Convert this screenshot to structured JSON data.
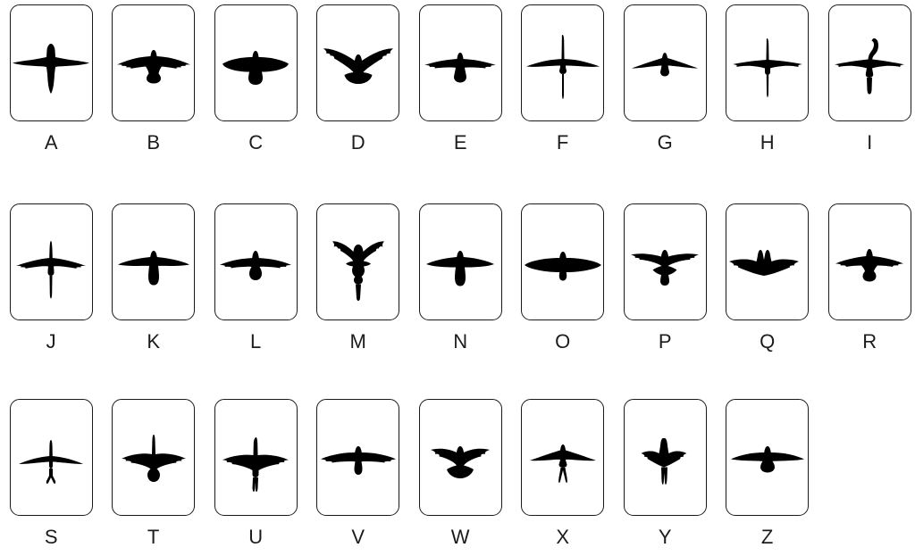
{
  "page": {
    "title": "Bird Silhouette Identification Cards",
    "background_color": "#ffffff",
    "card_border_color": "#1a1a1a",
    "silhouette_color": "#000000",
    "label_color": "#1c1c1c",
    "card_count": 26,
    "row_count": 3
  },
  "rows": [
    {
      "index": 1,
      "count": 9,
      "labels": [
        "A",
        "B",
        "C",
        "D",
        "E",
        "F",
        "G",
        "H",
        "I"
      ]
    },
    {
      "index": 2,
      "count": 9,
      "labels": [
        "J",
        "K",
        "L",
        "M",
        "N",
        "O",
        "P",
        "Q",
        "R"
      ]
    },
    {
      "index": 3,
      "count": 8,
      "labels": [
        "S",
        "T",
        "U",
        "V",
        "W",
        "X",
        "Y",
        "Z"
      ]
    }
  ],
  "cards": [
    {
      "label": "A",
      "icon": "bird-silhouette-swift-icon",
      "description": "swift with narrow swept pointed wings and pointed tail"
    },
    {
      "label": "B",
      "icon": "bird-silhouette-eagle-icon",
      "description": "broad fingered wings with short fanned tail"
    },
    {
      "label": "C",
      "icon": "bird-silhouette-buzzard-icon",
      "description": "short broad rounded wings with rounded tail"
    },
    {
      "label": "D",
      "icon": "bird-silhouette-dove-icon",
      "description": "raised arched wings with broad fanned tail"
    },
    {
      "label": "E",
      "icon": "bird-silhouette-hawk-icon",
      "description": "slender straight wings with short wedge tail"
    },
    {
      "label": "F",
      "icon": "bird-silhouette-crane-icon",
      "description": "long straight wings with extended neck and trailing legs"
    },
    {
      "label": "G",
      "icon": "bird-silhouette-gull-icon",
      "description": "thin angled gull wings with short tail"
    },
    {
      "label": "H",
      "icon": "bird-silhouette-heron-icon",
      "description": "bowed wings with long neck and trailing legs"
    },
    {
      "label": "I",
      "icon": "bird-silhouette-cormorant-icon",
      "description": "bowed wings with hooked neck and short tail"
    },
    {
      "label": "J",
      "icon": "bird-silhouette-anhinga-icon",
      "description": "fingered wings with long thin neck and long tail"
    },
    {
      "label": "K",
      "icon": "bird-silhouette-falcon-icon",
      "description": "smooth tapered wings with long square tail"
    },
    {
      "label": "L",
      "icon": "bird-silhouette-kite-icon",
      "description": "flat fingered wings with small diamond tail"
    },
    {
      "label": "M",
      "icon": "bird-silhouette-parrot-icon",
      "description": "upswept ragged wings with long streaming tail"
    },
    {
      "label": "N",
      "icon": "bird-silhouette-sparrowhawk-icon",
      "description": "rounded wings with narrow square tail"
    },
    {
      "label": "O",
      "icon": "bird-silhouette-vulture-icon",
      "description": "very broad long wings with tiny tail"
    },
    {
      "label": "P",
      "icon": "bird-silhouette-pigeon-icon",
      "description": "raised fingered wings with fanned tail"
    },
    {
      "label": "Q",
      "icon": "bird-silhouette-owl-icon",
      "description": "drooping ragged wings with notched head"
    },
    {
      "label": "R",
      "icon": "bird-silhouette-harrier-icon",
      "description": "wide fingered wings with small rounded tail"
    },
    {
      "label": "S",
      "icon": "bird-silhouette-stork-icon",
      "description": "slim swept wings with long neck and trailing feet"
    },
    {
      "label": "T",
      "icon": "bird-silhouette-osprey-icon",
      "description": "ragged arched wings with long neck and oval tail"
    },
    {
      "label": "U",
      "icon": "bird-silhouette-ibis-icon",
      "description": "ragged wings with raised neck and trailing legs"
    },
    {
      "label": "V",
      "icon": "bird-silhouette-condor-icon",
      "description": "long plank wings with short rounded tail"
    },
    {
      "label": "W",
      "icon": "bird-silhouette-nighthawk-icon",
      "description": "feathered arched wings with broad rounded tail"
    },
    {
      "label": "X",
      "icon": "bird-silhouette-swallow-icon",
      "description": "slender pointed wings with deeply forked tail"
    },
    {
      "label": "Y",
      "icon": "bird-silhouette-songbird-icon",
      "description": "small raised ragged wings with trailing legs"
    },
    {
      "label": "Z",
      "icon": "bird-silhouette-raven-icon",
      "description": "tapered wings with short wedge shaped tail"
    }
  ]
}
